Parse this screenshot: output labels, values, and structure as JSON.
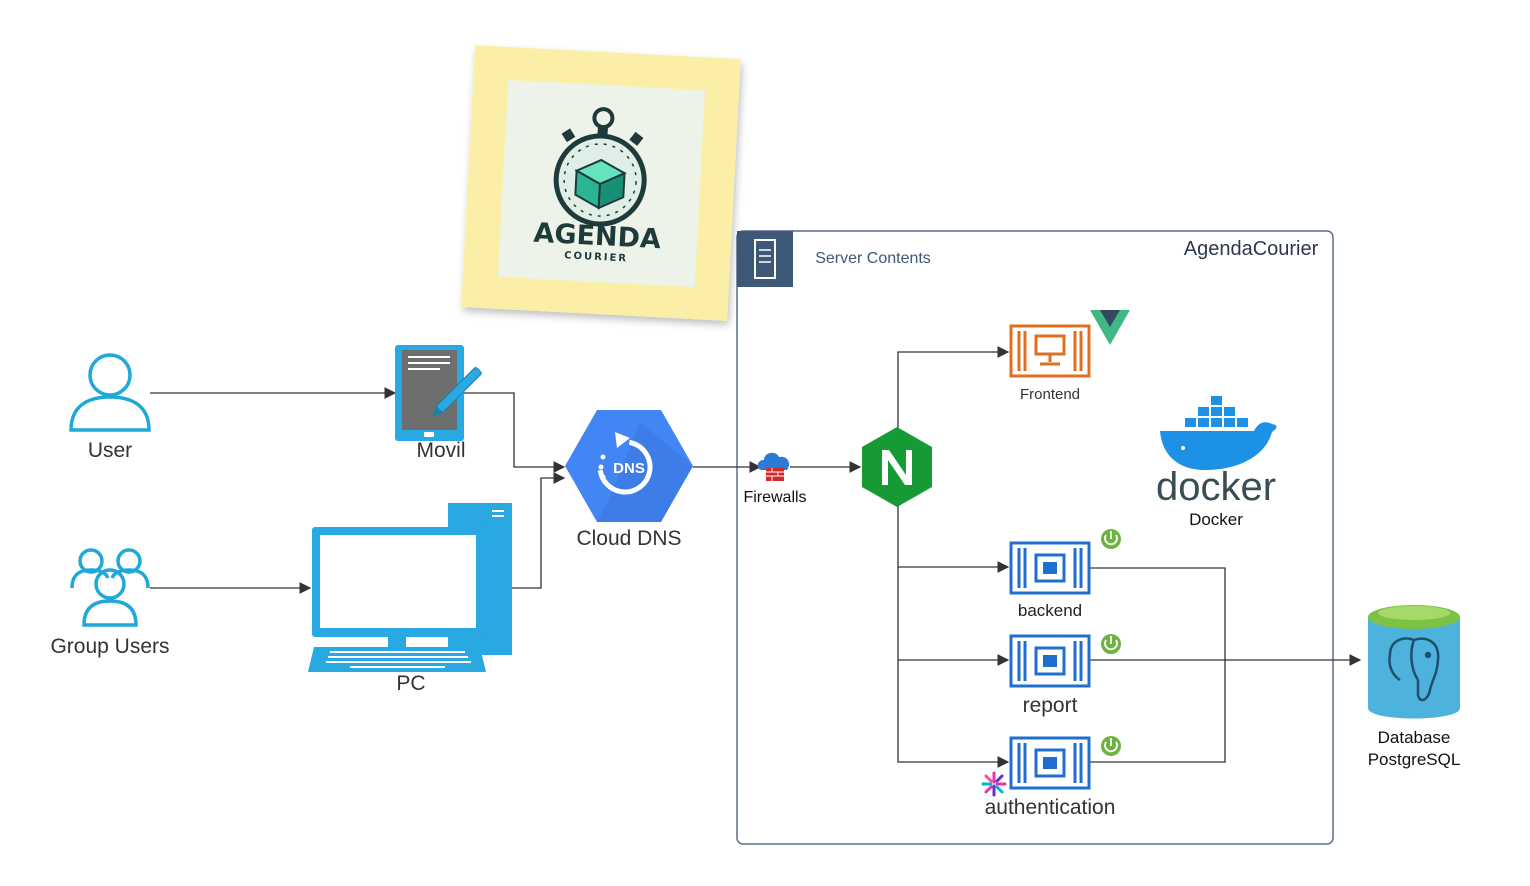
{
  "colors": {
    "user_blue": "#1fa8d8",
    "device_blue": "#29a9e1",
    "dns_blue": "#4285f4",
    "nginx_green": "#159a35",
    "frontend_orange": "#e0701f",
    "service_blue": "#1f6fd1",
    "spring_green": "#6db33f",
    "vue_green": "#41b883",
    "vue_dark": "#35495e",
    "docker_blue": "#1d91e6",
    "postgres_cyan": "#4db3dc",
    "postgres_top": "#7cc244",
    "server_border": "#5a6e8c",
    "server_header": "#3e5878",
    "sticky_note": "#fbefa8",
    "connector": "#333333"
  },
  "nodes": {
    "user": {
      "label": "User",
      "icon": "user-icon"
    },
    "group_users": {
      "label": "Group Users",
      "icon": "group-users-icon"
    },
    "movil": {
      "label": "Movil",
      "icon": "tablet-pen-icon"
    },
    "pc": {
      "label": "PC",
      "icon": "desktop-computer-icon"
    },
    "cloud_dns": {
      "label": "Cloud DNS",
      "icon_text": "DNS",
      "icon": "cloud-dns-icon"
    },
    "firewalls": {
      "label": "Firewalls",
      "icon": "firewall-icon"
    },
    "nginx": {
      "icon_text": "N",
      "icon": "nginx-icon"
    },
    "frontend": {
      "label": "Frontend",
      "icon": "frontend-icon"
    },
    "docker": {
      "label": "Docker",
      "wordmark": "docker",
      "icon": "docker-whale-icon"
    },
    "backend": {
      "label": "backend",
      "icon": "service-chip-icon"
    },
    "report": {
      "label": "report",
      "icon": "service-chip-icon"
    },
    "authentication": {
      "label": "authentication",
      "icon": "service-chip-icon"
    },
    "database": {
      "label_line1": "Database",
      "label_line2": "PostgreSQL",
      "icon": "postgres-database-icon"
    }
  },
  "server_group": {
    "title": "Server Contents",
    "name": "AgendaCourier",
    "icon": "server-icon"
  },
  "logo": {
    "word": "AGENDA",
    "sub": "COURIER"
  }
}
